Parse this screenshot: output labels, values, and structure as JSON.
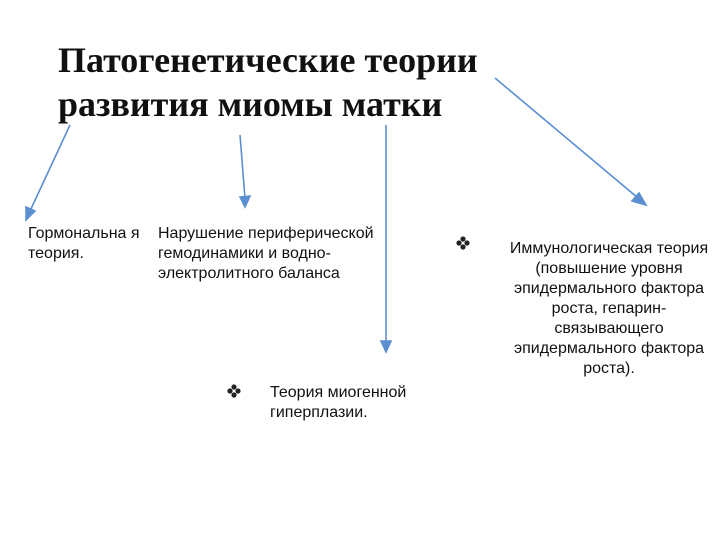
{
  "title": {
    "line1": "Патогенетические теории",
    "line2": "развития миомы матки"
  },
  "theories": {
    "hormonal": "Гормональна я теория.",
    "hemodynamic": "Нарушение периферической гемодинамики и водно-электролитного баланса",
    "myogenic": "Теория миогенной гиперплазии.",
    "immunological": "Иммунологическая теория (повышение уровня эпидермального фактора роста, гепарин-связывающего эпидермального фактора роста)."
  },
  "colors": {
    "arrow": "#5b8fd0",
    "bullet": "#222222"
  },
  "icons": {
    "bullet": "diamond-bullet-icon"
  }
}
